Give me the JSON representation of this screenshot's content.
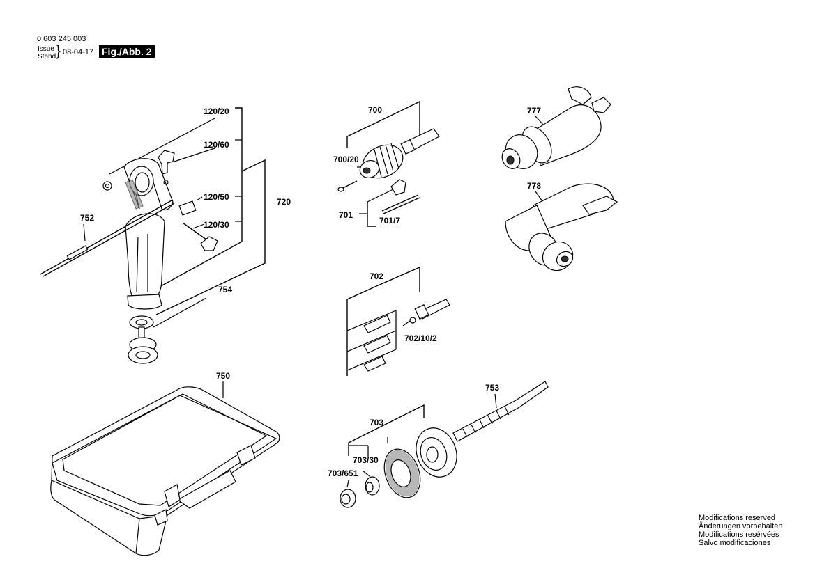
{
  "header": {
    "part_number": "0 603 245 003",
    "issue_label": "Issue",
    "stand_label": "Stand",
    "brace": "}",
    "date": "08-04-17",
    "figure": "Fig./Abb. 2"
  },
  "labels": {
    "p120_20": "120/20",
    "p120_60": "120/60",
    "p120_50": "120/50",
    "p120_30": "120/30",
    "p720": "720",
    "p752": "752",
    "p754": "754",
    "p700": "700",
    "p700_20": "700/20",
    "p701": "701",
    "p701_7": "701/7",
    "p777": "777",
    "p778": "778",
    "p702": "702",
    "p702_10_2": "702/10/2",
    "p750": "750",
    "p753": "753",
    "p703": "703",
    "p703_30": "703/30",
    "p703_651": "703/651"
  },
  "footer": {
    "line1": "Modifications reserved",
    "line2": "Änderungen vorbehalten",
    "line3": "Modifications resérvées",
    "line4": "Salvo modificaciones"
  }
}
